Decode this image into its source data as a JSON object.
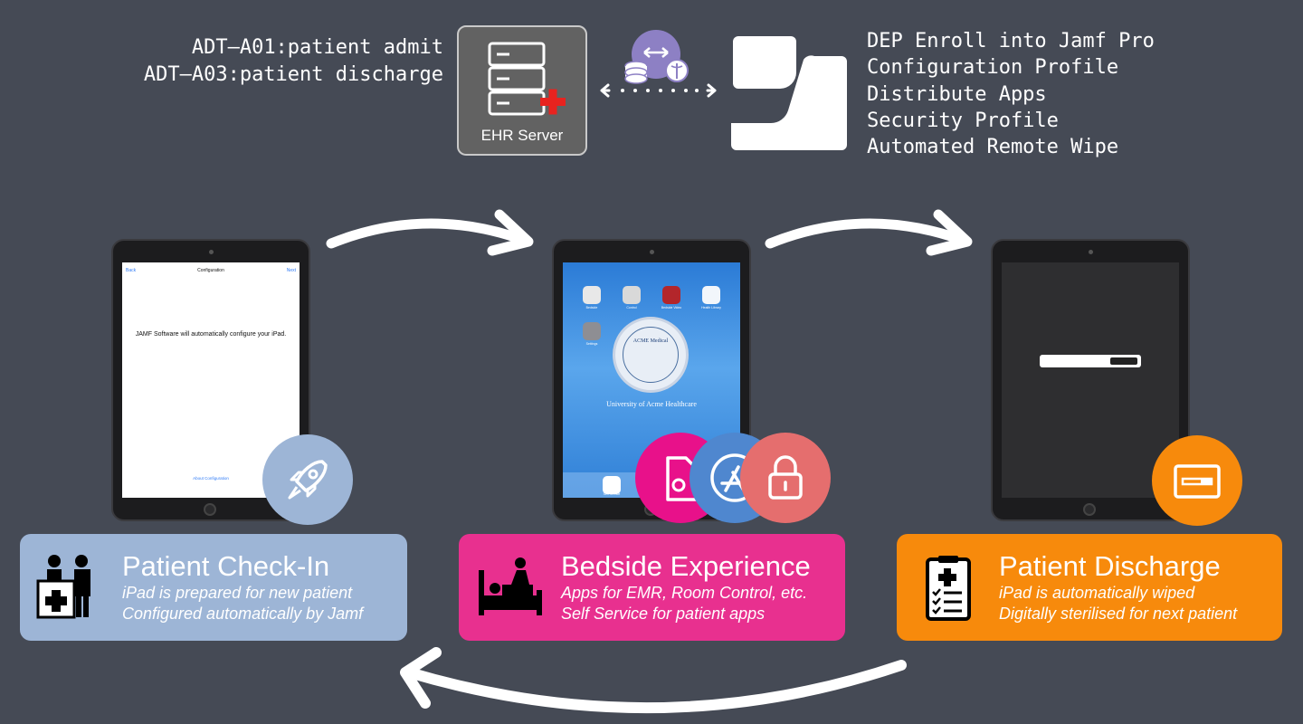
{
  "hl7_messages": [
    "ADT–A01:patient admit",
    "ADT–A03:patient discharge"
  ],
  "ehr_server": {
    "label": "EHR Server"
  },
  "jamf_actions": [
    "DEP Enroll into Jamf Pro",
    "Configuration Profile",
    "Distribute Apps",
    "Security Profile",
    "Automated Remote Wipe"
  ],
  "ipad_checkin": {
    "back": "Back",
    "title": "Configuration",
    "next": "Next",
    "message": "JAMF Software will automatically configure your iPad.",
    "about": "About Configuration"
  },
  "ipad_bedside": {
    "apps": [
      "Bedside",
      "Control",
      "Bedside Video",
      "Health Library",
      "Settings"
    ],
    "seal_text": "ACME Medical",
    "institution": "University of Acme Healthcare",
    "dock_app": "Self Service"
  },
  "stages": [
    {
      "title": "Patient Check-In",
      "lines": [
        "iPad is prepared for new patient",
        "Configured automatically by Jamf"
      ],
      "color": "#9db5d6"
    },
    {
      "title": "Bedside Experience",
      "lines": [
        "Apps for EMR, Room Control, etc.",
        "Self Service for patient apps"
      ],
      "color": "#e8308f"
    },
    {
      "title": "Patient Discharge",
      "lines": [
        "iPad is automatically wiped",
        "Digitally sterilised for next patient"
      ],
      "color": "#f78a0c"
    }
  ],
  "colors": {
    "background": "#454a55",
    "checkin": "#9db5d6",
    "bedside_pink": "#e8118a",
    "app_store_blue": "#4f87cf",
    "lock_red": "#e56e6e",
    "discharge_orange": "#f78a0c",
    "integration_purple": "#8d80c4"
  }
}
